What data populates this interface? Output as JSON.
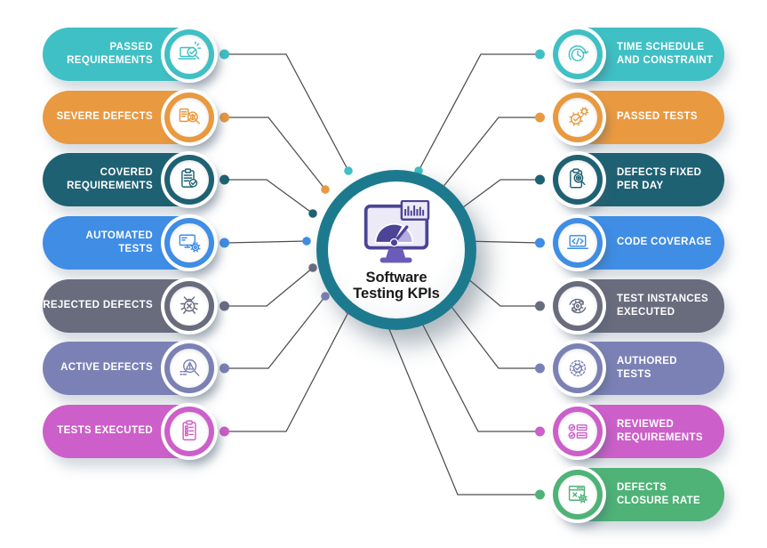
{
  "center": {
    "title": "Software\nTesting KPIs",
    "icon": "dashboard-gauge-monitor-icon",
    "ring_color": "#1d7a8e",
    "icon_colors": {
      "dark": "#4c4496",
      "mid": "#b6addc",
      "light": "#eceaf7",
      "stand": "#6a5cb8"
    }
  },
  "connector_color": "#4d4d4d",
  "background_color": "#ffffff",
  "left_items": [
    {
      "label": "PASSED\nREQUIREMENTS",
      "color": "#3fc0c4",
      "icon": "laptop-check-magnifier-icon"
    },
    {
      "label": "SEVERE DEFECTS",
      "color": "#e9993f",
      "icon": "document-bug-magnifier-icon"
    },
    {
      "label": "COVERED\nREQUIREMENTS",
      "color": "#1e6173",
      "icon": "clipboard-checklist-check-icon"
    },
    {
      "label": "AUTOMATED\nTESTS",
      "color": "#3f8de4",
      "icon": "monitor-gear-icon"
    },
    {
      "label": "REJECTED DEFECTS",
      "color": "#696c7d",
      "icon": "bug-cross-icon"
    },
    {
      "label": "ACTIVE DEFECTS",
      "color": "#7c81b5",
      "icon": "magnifier-warning-icon"
    },
    {
      "label": "TESTS EXECUTED",
      "color": "#cc5fc9",
      "icon": "clipboard-checklist-icon"
    }
  ],
  "right_items": [
    {
      "label": "TIME SCHEDULE\nAND CONSTRAINT",
      "color": "#3fc0c4",
      "icon": "clock-refresh-icon"
    },
    {
      "label": "PASSED TESTS",
      "color": "#e9993f",
      "icon": "gear-check-icon"
    },
    {
      "label": "DEFECTS FIXED\nPER DAY",
      "color": "#1e6173",
      "icon": "clipboard-magnifier-icon"
    },
    {
      "label": "CODE COVERAGE",
      "color": "#3f8de4",
      "icon": "laptop-code-icon"
    },
    {
      "label": "TEST INSTANCES\nEXECUTED",
      "color": "#696c7d",
      "icon": "gear-cycle-icon"
    },
    {
      "label": "AUTHORED\nTESTS",
      "color": "#7c81b5",
      "icon": "gear-check-circle-icon"
    },
    {
      "label": "REVIEWED\nREQUIREMENTS",
      "color": "#cc5fc9",
      "icon": "review-checklist-icon"
    },
    {
      "label": "DEFECTS\nCLOSURE RATE",
      "color": "#4fb277",
      "icon": "browser-x-gear-icon"
    }
  ]
}
